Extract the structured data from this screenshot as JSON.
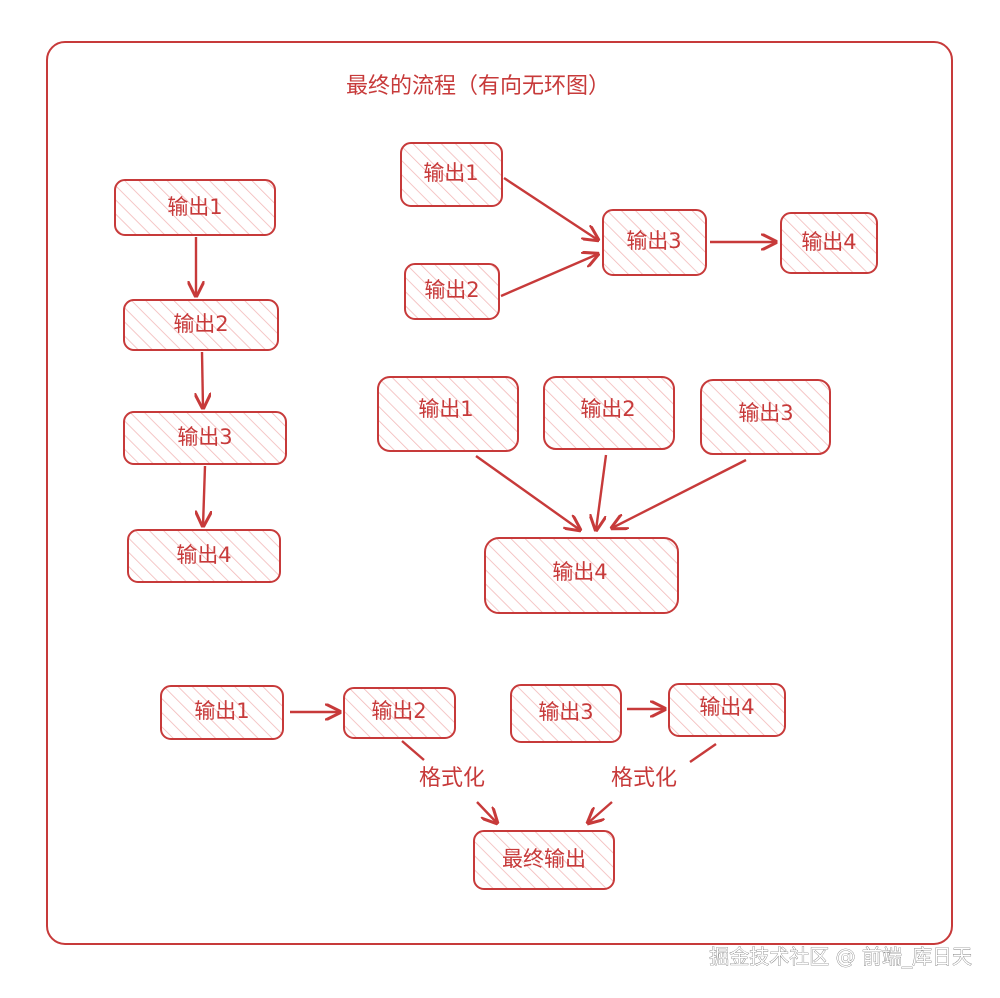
{
  "title": "最终的流程（有向无环图）",
  "watermark": "掘金技术社区 @ 前端_库日天",
  "colors": {
    "stroke": "#c73a3a",
    "hatch": "#f2b8b8",
    "text": "#c73a3a"
  },
  "groups": {
    "linear": {
      "n1": "输出1",
      "n2": "输出2",
      "n3": "输出3",
      "n4": "输出4"
    },
    "merge": {
      "n1": "输出1",
      "n2": "输出2",
      "n3": "输出3",
      "n4": "输出4"
    },
    "fan_in": {
      "n1": "输出1",
      "n2": "输出2",
      "n3": "输出3",
      "n4": "输出4"
    },
    "format": {
      "n1": "输出1",
      "n2": "输出2",
      "n3": "输出3",
      "n4": "输出4",
      "label_left": "格式化",
      "label_right": "格式化",
      "final": "最终输出"
    }
  }
}
